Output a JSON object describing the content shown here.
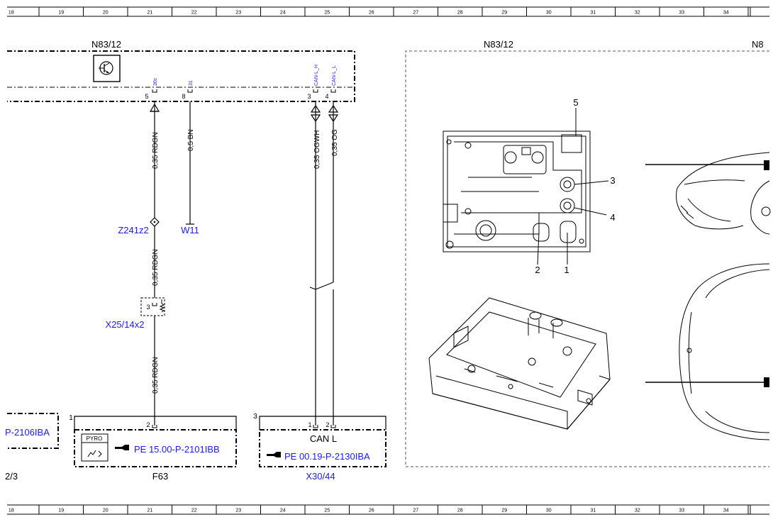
{
  "rulers": {
    "numbers": [
      "18",
      "19",
      "20",
      "21",
      "22",
      "23",
      "24",
      "25",
      "26",
      "27",
      "28",
      "29",
      "30",
      "31",
      "32",
      "33",
      "34"
    ]
  },
  "control_unit": {
    "id": "N83/12",
    "pins": [
      {
        "num": "5",
        "signal": "30c"
      },
      {
        "num": "8",
        "signal": "31"
      },
      {
        "num": "3",
        "signal": "CAN-L_H"
      },
      {
        "num": "4",
        "signal": "CAN-L_L"
      }
    ]
  },
  "wires": {
    "w1": "0,35 RDGN",
    "w2": "0,5 BN",
    "w3": "0,35 OGWH",
    "w4": "0,35 OG",
    "w5": "0,35 RDGN",
    "w6": "0,35 RDGN"
  },
  "labels": {
    "z241": "Z241z2",
    "w11": "W11",
    "x25": "X25/14x2",
    "x25_pin": "3"
  },
  "fuse_box": {
    "id": "F63",
    "corner_num": "1",
    "pin": "2",
    "pyro_label": "PYRO",
    "ref": "PE 15.00-P-2101IBB"
  },
  "left_box": {
    "ref": "P-2106IBA",
    "page_ref": "2/3"
  },
  "can_box": {
    "id": "X30/44",
    "corner_num": "3",
    "pin1": "1",
    "pin2": "2",
    "title": "CAN L",
    "ref": "PE 00.19-P-2130IBA"
  },
  "location_panel": {
    "title": "N83/12",
    "title_right": "N8",
    "callouts": [
      "5",
      "3",
      "4",
      "2",
      "1"
    ]
  }
}
